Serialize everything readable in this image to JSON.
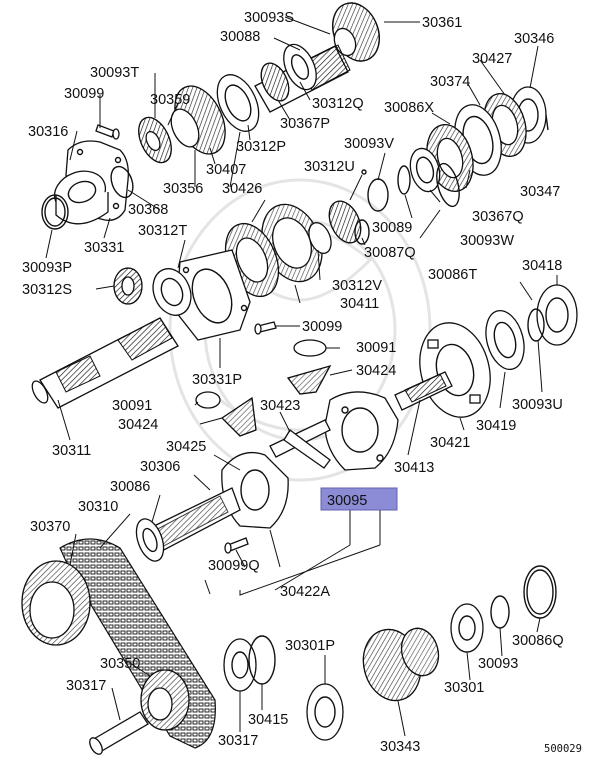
{
  "drawing_code": "500029",
  "highlight_color": "#8c8cd6",
  "highlighted_part": "30095",
  "labels": {
    "30093S": "30093S",
    "30361": "30361",
    "30088": "30088",
    "30346": "30346",
    "30093T": "30093T",
    "30427": "30427",
    "30099_top": "30099",
    "30359": "30359",
    "30374": "30374",
    "30312Q": "30312Q",
    "30086X": "30086X",
    "30316": "30316",
    "30367P": "30367P",
    "30312P": "30312P",
    "30093V": "30093V",
    "30407": "30407",
    "30312U": "30312U",
    "30347": "30347",
    "30356": "30356",
    "30426": "30426",
    "30368": "30368",
    "30089": "30089",
    "30367Q": "30367Q",
    "30312T": "30312T",
    "30093W": "30093W",
    "30331": "30331",
    "30087Q": "30087Q",
    "30093P": "30093P",
    "30086T": "30086T",
    "30418": "30418",
    "30312V": "30312V",
    "30312S": "30312S",
    "30411": "30411",
    "30099_mid": "30099",
    "30091_right": "30091",
    "30424_right": "30424",
    "30331P": "30331P",
    "30093U": "30093U",
    "30091_left": "30091",
    "30423": "30423",
    "30419": "30419",
    "30424_left": "30424",
    "30421": "30421",
    "30311": "30311",
    "30425": "30425",
    "30413": "30413",
    "30306": "30306",
    "30086": "30086",
    "30095": "30095",
    "30310": "30310",
    "30370": "30370",
    "30099Q": "30099Q",
    "30422A": "30422A",
    "30086Q": "30086Q",
    "30093": "30093",
    "30350": "30350",
    "30301P": "30301P",
    "30317_left": "30317",
    "30301": "30301",
    "30415": "30415",
    "30317_bottom": "30317",
    "30343": "30343"
  }
}
